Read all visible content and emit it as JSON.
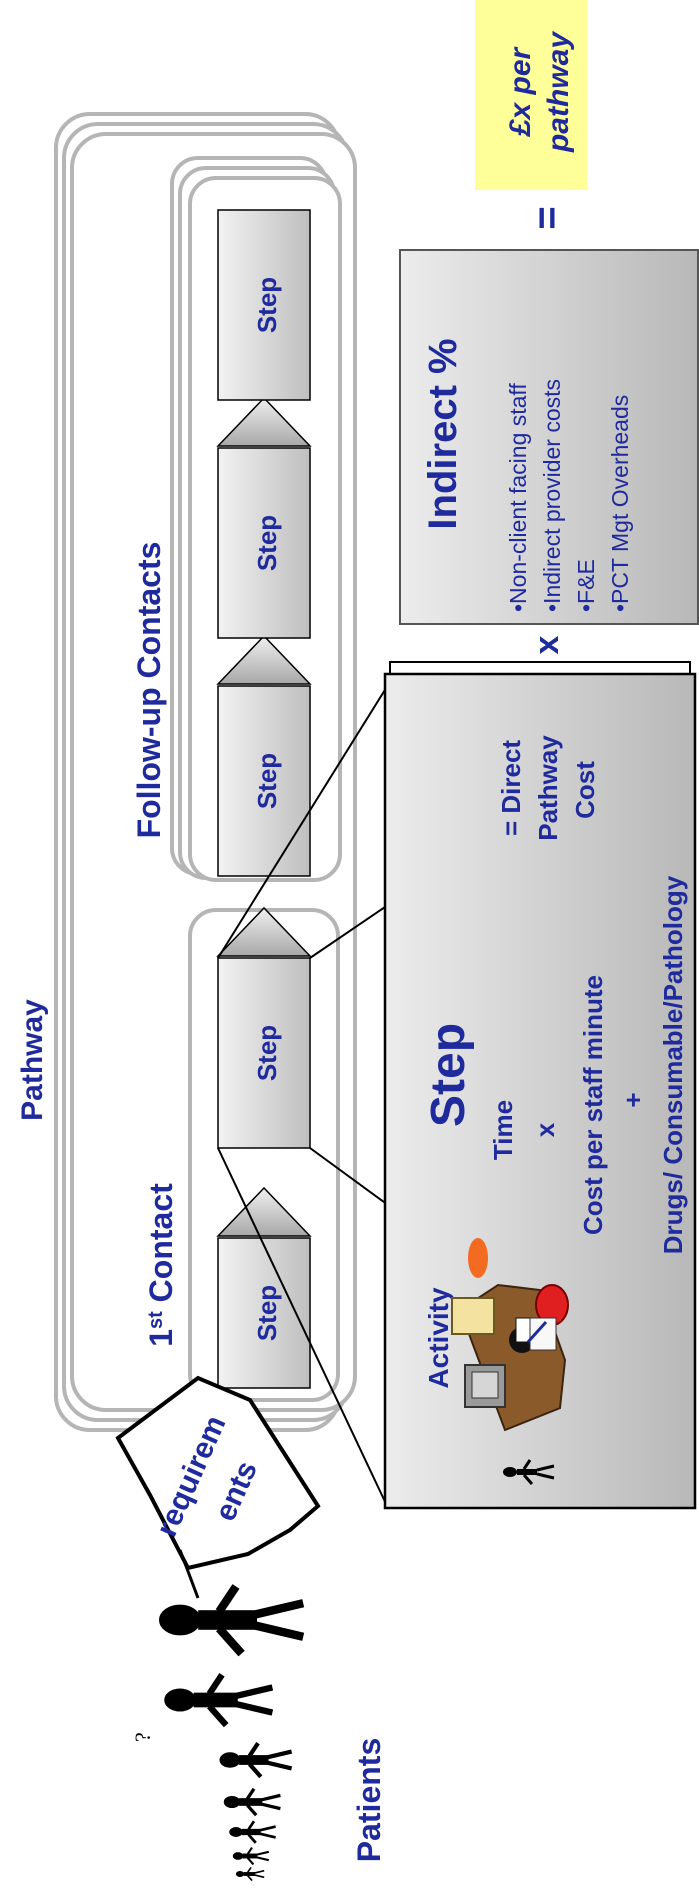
{
  "pathway_label": "Pathway",
  "patients_label": "Patients",
  "requirements_sign": [
    "requirem",
    "ents"
  ],
  "first_contact": {
    "prefix": "1",
    "superscript": "st",
    "suffix": " Contact"
  },
  "follow_up_label": "Follow-up Contacts",
  "step_boxes": [
    "Step",
    "Step",
    "Step",
    "Step",
    "Step"
  ],
  "step_detail": {
    "activity_label": "Activity",
    "title": "Step",
    "formula_lines": [
      "Time",
      "x",
      "Cost per staff minute",
      "+",
      "Drugs/ Consumable/Pathology"
    ],
    "result_lines": [
      "= Direct",
      "Pathway",
      "Cost"
    ]
  },
  "multiply_sign": "x",
  "indirect": {
    "title": "Indirect %",
    "items": [
      "•Non-client facing staff",
      "•Indirect provider costs",
      "•F&E",
      "•PCT Mgt Overheads"
    ]
  },
  "equals_sign": "=",
  "result": {
    "lines": [
      "£x per",
      "pathway"
    ],
    "bg_color": "#ffff99",
    "text_color": "#1f2a9c"
  },
  "colors": {
    "text_blue": "#1f2a9c",
    "border_grey": "#b5b5b5",
    "box_grey": "#d9d9d9"
  }
}
